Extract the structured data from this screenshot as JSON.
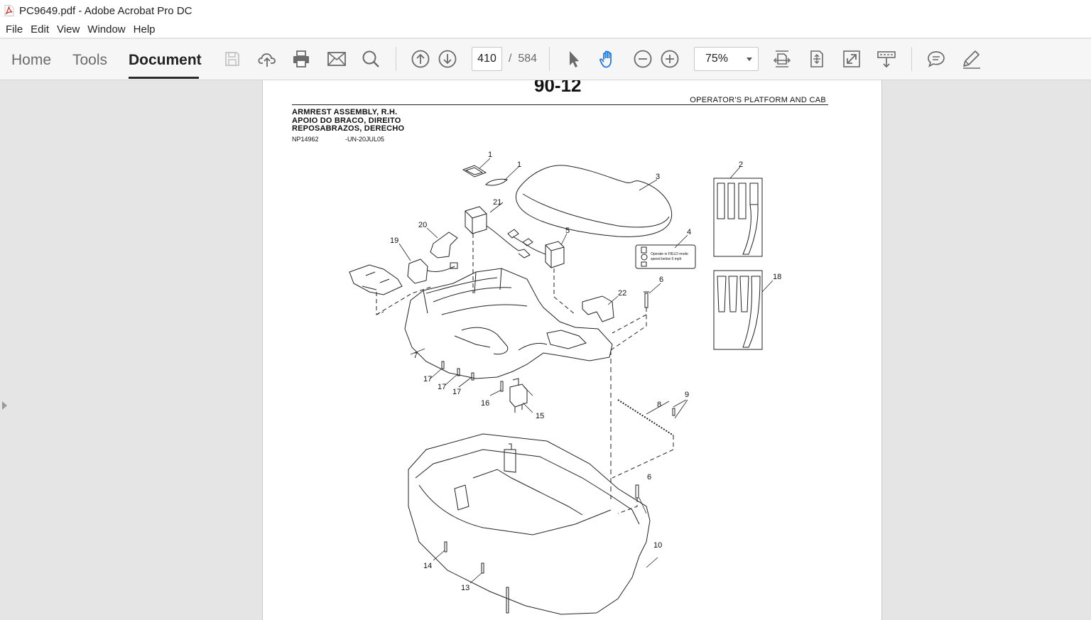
{
  "window": {
    "title": "PC9649.pdf - Adobe Acrobat Pro DC"
  },
  "menu": [
    "File",
    "Edit",
    "View",
    "Window",
    "Help"
  ],
  "nav_tabs": [
    {
      "label": "Home",
      "active": false
    },
    {
      "label": "Tools",
      "active": false
    },
    {
      "label": "Document",
      "active": true
    }
  ],
  "toolbar": {
    "current_page": "410",
    "separator": "/",
    "total_pages": "584",
    "zoom": "75%"
  },
  "document": {
    "page_number": "90-12",
    "section": "OPERATOR'S PLATFORM AND CAB",
    "headings": [
      "ARMREST ASSEMBLY, R.H.",
      "APOIO DO BRACO, DIREITO",
      "REPOSABRAZOS, DERECHO"
    ],
    "figure_id": "NP14962",
    "figure_date": "-UN-20JUL05",
    "decal_text": [
      "Operate in FIELD mode",
      "speed below 5 mph"
    ],
    "callouts": [
      "1",
      "1",
      "2",
      "3",
      "4",
      "5",
      "6",
      "6",
      "7",
      "8",
      "9",
      "10",
      "13",
      "14",
      "15",
      "16",
      "17",
      "17",
      "17",
      "18",
      "19",
      "20",
      "21",
      "22"
    ]
  },
  "colors": {
    "toolbar_bg": "#f6f6f6",
    "workspace_bg": "#e5e5e5",
    "icon_gray": "#6b6b6b",
    "hand_tool_blue": "#1473e6",
    "pdf_red": "#d9271e"
  }
}
